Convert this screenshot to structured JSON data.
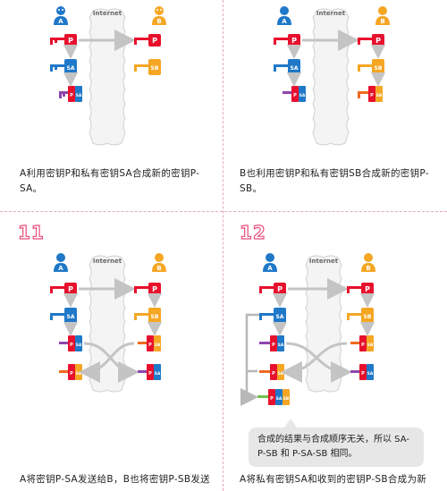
{
  "internet_label": "Internet",
  "person_a": "A",
  "person_b": "B",
  "key_labels": {
    "p": "P",
    "sa": "SA",
    "sb": "SB",
    "psa": "P-SA",
    "psb": "P-SB",
    "psasb": "P-SA-SB"
  },
  "panels": [
    {
      "step": "",
      "caption": "A利用密钥P和私有密钥SA合成新的密钥P-SA。"
    },
    {
      "step": "",
      "caption": "B也利用密钥P和私有密钥SB合成新的密钥P-SB。"
    },
    {
      "step": "11",
      "caption": "A将密钥P-SA发送给B，B也将密钥P-SB发送"
    },
    {
      "step": "12",
      "caption": "A将私有密钥SA和收到的密钥P-SB合成为新"
    }
  ],
  "note": "合成的结果与合成顺序无关，所以 SA-P-SB 和 P-SA-SB 相同。",
  "colors": {
    "p": "#e8112d",
    "sa": "#1f78c8",
    "sb": "#f5a623",
    "person_a": "#1f78c8",
    "person_b": "#f5a623",
    "pink": "#e8507a",
    "purple": "#8e44ad",
    "orange": "#ef6a1f",
    "green": "#6cc24a"
  }
}
